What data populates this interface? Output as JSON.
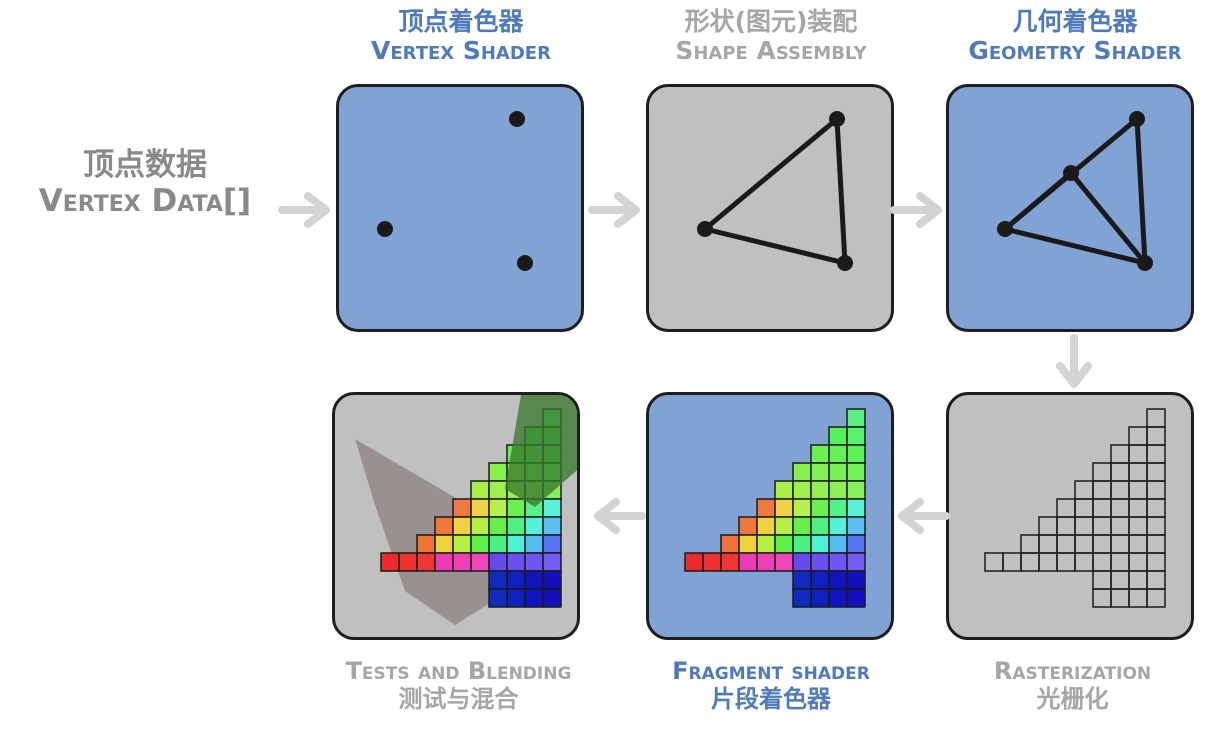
{
  "input": {
    "title_zh": "顶点数据",
    "title_en": "Vertex Data[]"
  },
  "stages": {
    "vertex_shader": {
      "title_zh": "顶点着色器",
      "title_en": "Vertex Shader",
      "active": true
    },
    "shape_assembly": {
      "title_zh": "形状(图元)装配",
      "title_en": "Shape Assembly",
      "active": false
    },
    "geometry_shader": {
      "title_zh": "几何着色器",
      "title_en": "Geometry Shader",
      "active": true
    },
    "rasterization": {
      "title_en": "Rasterization",
      "title_zh": "光栅化",
      "active": false
    },
    "fragment_shader": {
      "title_en": "Fragment shader",
      "title_zh": "片段着色器",
      "active": true
    },
    "tests_blending": {
      "title_en": "Tests and Blending",
      "title_zh": "测试与混合",
      "active": false
    }
  },
  "colors": {
    "programmable_panel": "#81a3d4",
    "fixed_panel": "#c0c0c0",
    "programmable_label": "#4f7bbc",
    "fixed_label": "#a6a6a6",
    "arrow": "#d3d3d3",
    "outline": "#1e1e1e"
  }
}
